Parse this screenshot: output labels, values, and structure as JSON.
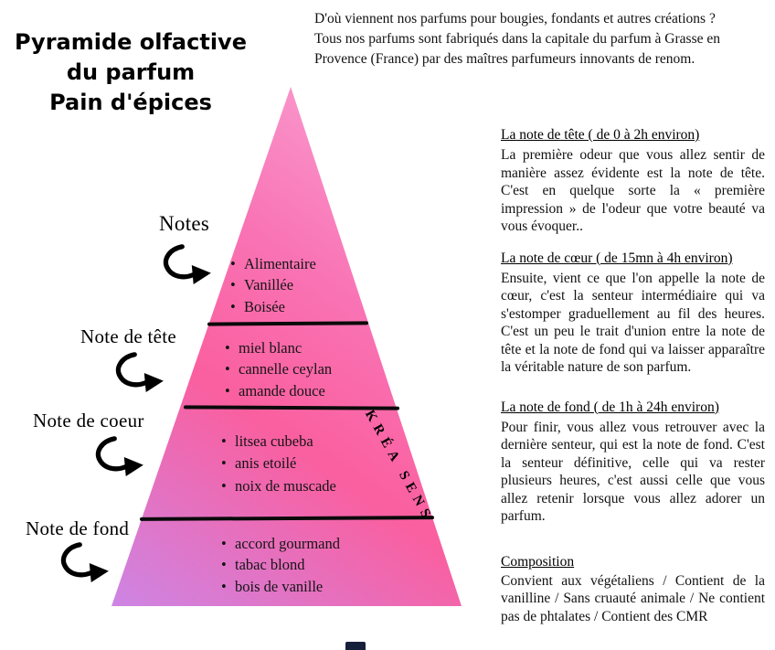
{
  "title": {
    "text": "Pyramide olfactive\ndu parfum\nPain d'épices"
  },
  "intro": {
    "text": "D'où viennent nos parfums pour bougies, fondants et autres créations ?\nTous nos parfums sont fabriqués dans la capitale du parfum à Grasse en\nProvence (France) par des maîtres parfumeurs innovants de renom."
  },
  "pyramid": {
    "brand": "KRÉA SENS",
    "colors": {
      "top_pink": "#f9a9d7",
      "hot_pink": "#fa5f9f",
      "bottom_purple": "#cd85e4",
      "divider": "#0a0a0a"
    },
    "sections": [
      {
        "label": "Notes",
        "items": [
          "Alimentaire",
          "Vanillée",
          "Boisée"
        ]
      },
      {
        "label": "Note de tête",
        "items": [
          "miel blanc",
          "cannelle ceylan",
          "amande douce"
        ]
      },
      {
        "label": "Note de coeur",
        "items": [
          "litsea cubeba",
          "anis etoilé",
          "noix de muscade"
        ]
      },
      {
        "label": "Note de fond",
        "items": [
          "accord gourmand",
          "tabac blond",
          "bois de vanille"
        ]
      }
    ]
  },
  "right_column": {
    "sections": [
      {
        "heading": "La note de tête ( de 0 à 2h environ)",
        "body": "La première odeur que vous allez sentir de manière assez évidente est la note de tête. C'est en quelque sorte la « première impression » de l'odeur que votre beauté va vous évoquer.."
      },
      {
        "heading": "La note de cœur ( de 15mn à 4h environ)",
        "body": "Ensuite, vient ce que l'on appelle la note de cœur, c'est la senteur intermédiaire qui va s'estomper graduellement au fil des heures. C'est un peu le trait d'union entre la note de tête et la note de fond qui va laisser apparaître la véritable nature de son parfum."
      },
      {
        "heading": "La note de fond ( de 1h à 24h environ)",
        "body": "Pour finir, vous allez vous retrouver avec la dernière senteur, qui est la note de fond. C'est la senteur définitive, celle qui va rester plusieurs heures, c'est aussi celle que vous allez retenir lorsque vous allez adorer un parfum."
      },
      {
        "heading": "Composition",
        "body": "Convient aux végétaliens / Contient de la vanilline / Sans cruauté animale / Ne contient pas de phtalates / Contient des CMR"
      }
    ]
  }
}
